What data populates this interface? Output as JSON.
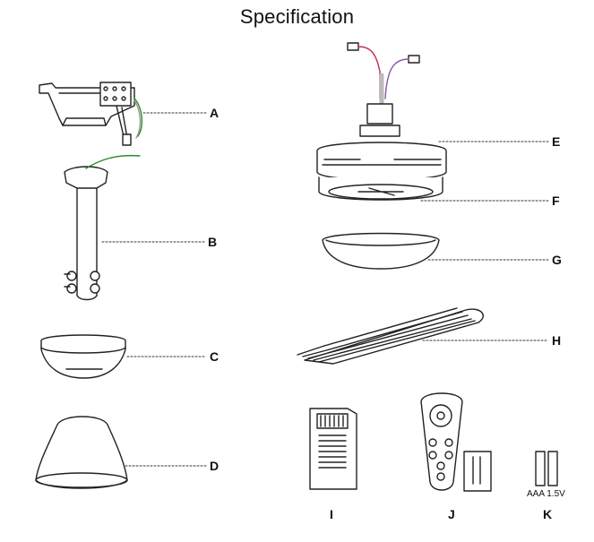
{
  "title": "Specification",
  "labels": {
    "a": "A",
    "b": "B",
    "c": "C",
    "d": "D",
    "e": "E",
    "f": "F",
    "g": "G",
    "h": "H",
    "i": "I",
    "j": "J",
    "k": "K"
  },
  "battery_note": "AAA 1.5V"
}
